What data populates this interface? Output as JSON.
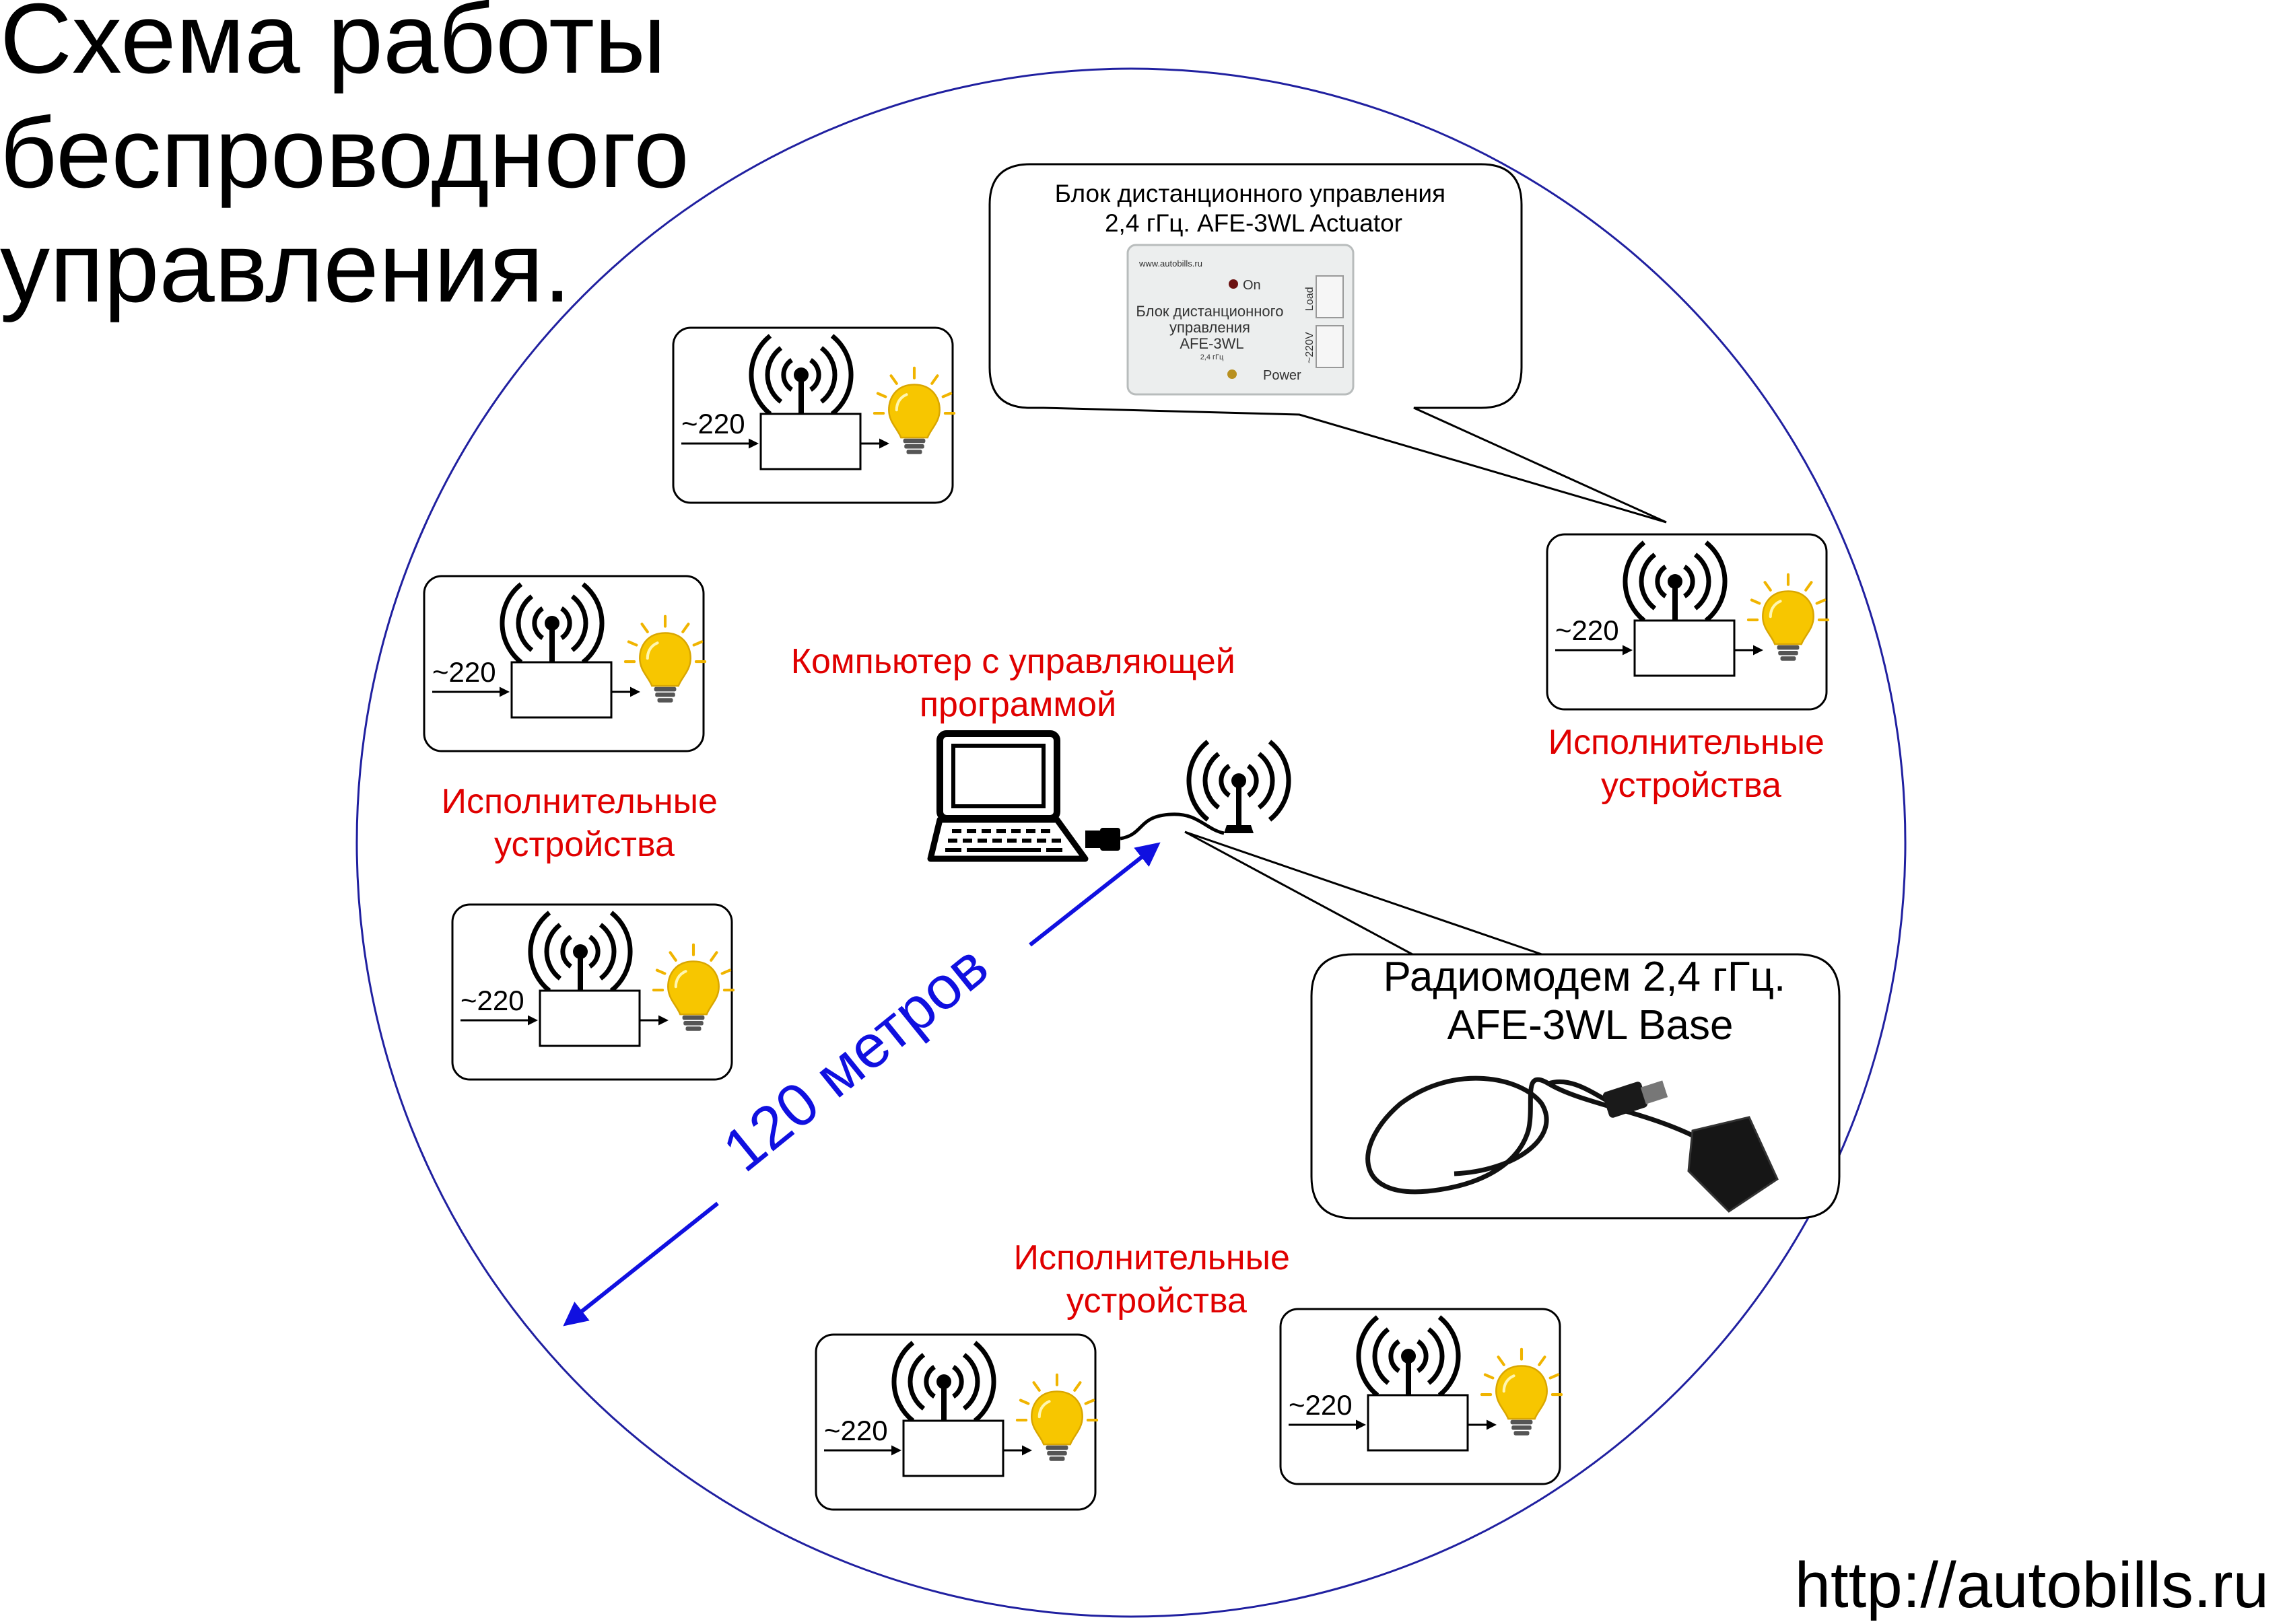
{
  "title": [
    "Схема работы",
    "беспроводного",
    "управления."
  ],
  "url": "http://autobills.ru",
  "distance_label": "120 метров",
  "computer_label": [
    "Компьютер с управляющей",
    "программой"
  ],
  "actuator_callout": {
    "caption": [
      "Блок дистанционного управления",
      "2,4 гГц. AFE-3WL Actuator"
    ],
    "device": {
      "site": "www.autobills.ru",
      "on_label": "On",
      "name": [
        "Блок дистанционного",
        "управления",
        "AFE-3WL"
      ],
      "freq": "2,4 гГц",
      "power_label": "Power",
      "load_label": "Load",
      "voltage_label": "~220V"
    }
  },
  "modem_callout": {
    "caption": [
      "Радиомодем 2,4 гГц.",
      "AFE-3WL Base"
    ]
  },
  "group_labels": [
    [
      "Исполнительные",
      "устройства"
    ],
    [
      "Исполнительные",
      "устройства"
    ],
    [
      "Исполнительные",
      "устройства"
    ]
  ],
  "device_voltage": "~220",
  "colors": {
    "circle": "#2020a0",
    "distance": "#1010e0",
    "labels": "#e00000",
    "bulb": "#f7c600"
  },
  "icons": {
    "device": "antenna-icon",
    "lamp": "light-bulb-icon",
    "computer": "laptop-icon",
    "usb": "usb-plug-icon"
  }
}
